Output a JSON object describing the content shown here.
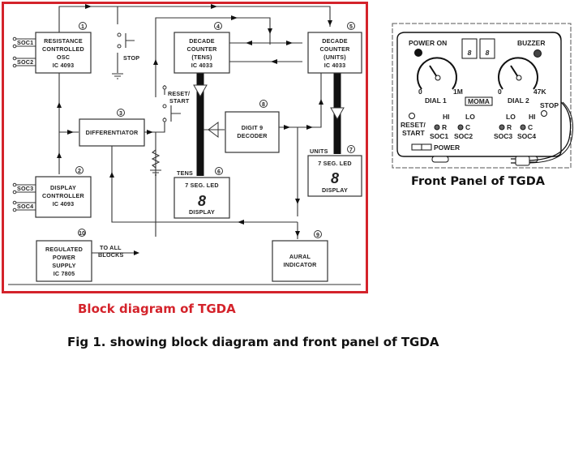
{
  "block_diagram": {
    "blocks": [
      {
        "id": "1",
        "lines": [
          "RESISTANCE",
          "CONTROLLED",
          "OSC",
          "IC 4093"
        ]
      },
      {
        "id": "2",
        "lines": [
          "DISPLAY",
          "CONTROLLER",
          "IC 4093"
        ]
      },
      {
        "id": "3",
        "lines": [
          "DIFFERENTIATOR"
        ]
      },
      {
        "id": "4",
        "lines": [
          "DECADE",
          "COUNTER",
          "(TENS)",
          "IC 4033"
        ]
      },
      {
        "id": "5",
        "lines": [
          "DECADE",
          "COUNTER",
          "(UNITS)",
          "IC 4033"
        ]
      },
      {
        "id": "6",
        "lines": [
          "7 SEG. LED",
          "DISPLAY"
        ],
        "tag": "TENS",
        "digit": "8"
      },
      {
        "id": "7",
        "lines": [
          "7 SEG. LED",
          "DISPLAY"
        ],
        "tag": "UNITS",
        "digit": "8"
      },
      {
        "id": "8",
        "lines": [
          "DIGIT 9",
          "DECODER"
        ]
      },
      {
        "id": "9",
        "lines": [
          "AURAL",
          "INDICATOR"
        ]
      },
      {
        "id": "10",
        "lines": [
          "REGULATED",
          "POWER",
          "SUPPLY",
          "IC 7805"
        ]
      }
    ],
    "sockets": [
      "SOC1",
      "SOC2",
      "SOC3",
      "SOC4"
    ],
    "switches": {
      "stop": "STOP",
      "reset_line1": "RESET/",
      "reset_line2": "START"
    },
    "power_output": {
      "line1": "TO ALL",
      "line2": "BLOCKS"
    }
  },
  "front_panel": {
    "power_on": "POWER ON",
    "buzzer": "BUZZER",
    "digits": [
      "8",
      "8"
    ],
    "dial1": {
      "label": "DIAL 1",
      "min": "0",
      "max": "1M"
    },
    "dial2": {
      "label": "DIAL 2",
      "min": "0",
      "max": "47K"
    },
    "badge": "MOMA",
    "stop": "STOP",
    "reset_line1": "RESET/",
    "reset_line2": "START",
    "sockets": [
      {
        "range": "HI",
        "type": "R",
        "name": "SOC1"
      },
      {
        "range": "LO",
        "type": "C",
        "name": "SOC2"
      },
      {
        "range": "LO",
        "type": "R",
        "name": "SOC3"
      },
      {
        "range": "HI",
        "type": "C",
        "name": "SOC4"
      }
    ],
    "power_switch": "POWER"
  },
  "captions": {
    "block": "Block diagram of TGDA",
    "panel": "Front Panel of TGDA",
    "figure": "Fig 1. showing block diagram and front panel of TGDA"
  },
  "colors": {
    "frame": "#d4232b"
  }
}
